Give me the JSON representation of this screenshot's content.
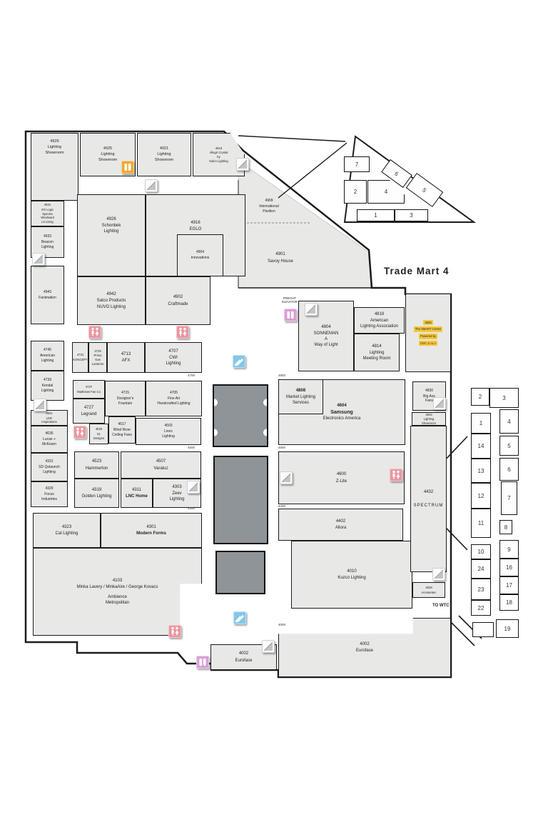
{
  "title": "Trade Mart 4",
  "to_wtc": "TO WTC",
  "freight_elevator": "FREIGHT\nELEVATOR",
  "corridors": {
    "a4800": "4800",
    "a4700": "4700",
    "a4600": "4600",
    "a4500": "4500",
    "a4400": "4400",
    "a4300": "4300",
    "a4000": "4000"
  },
  "rooms": {
    "r4929": {
      "num": "4929",
      "name": "Lighting\nShowroom"
    },
    "r4925": {
      "num": "4925",
      "name": "Lighting\nShowroom"
    },
    "r4921": {
      "num": "4921",
      "name": "Lighting\nShowroom"
    },
    "r4915": {
      "num": "4915",
      "name": "Allegri Crystal\nby\nKalco Lighting"
    },
    "r4931": {
      "num": "4931",
      "name": "XO Logic\nSpectra\nWindward\nLit Living"
    },
    "r4933": {
      "num": "4933",
      "name": "Beacon\nLighting"
    },
    "r4943": {
      "num": "4943",
      "name": "Fanimation"
    },
    "r4745": {
      "num": "4745",
      "name": "American\nLighting"
    },
    "r4739": {
      "num": "4739",
      "name": "Kendal\nLighting"
    },
    "r4631": {
      "num": "4631",
      "name": "LED\nInspirations"
    },
    "r4635": {
      "num": "4635",
      "name": "Lucas +\nMcKearn"
    },
    "r4331": {
      "num": "4331",
      "name": "SD Qstaunch\nLighting"
    },
    "r4329": {
      "num": "4329",
      "name": "Focus\nIndustries"
    },
    "r4926": {
      "num": "4926",
      "name": "Schonbek\nLighting"
    },
    "r4916": {
      "num": "4916",
      "name": "EGLO"
    },
    "r4904": {
      "num": "4904",
      "name": "Innovations"
    },
    "r4942": {
      "num": "4942",
      "name": "Satco Products\nNUVO Lighting"
    },
    "r4902": {
      "num": "4902",
      "name": "Craftmade"
    },
    "r4731": {
      "num": "4731",
      "name": "KONCEPT"
    },
    "r4729": {
      "num": "4729",
      "name": "Primo\nGas\nLanterns"
    },
    "r4713": {
      "num": "4713",
      "name": "AFX"
    },
    "r4707": {
      "num": "4707",
      "name": "CWI\nLighting"
    },
    "r4737": {
      "num": "4737",
      "name": "Matthews Fan Co"
    },
    "r4727": {
      "num": "4727",
      "name": "Legrand"
    },
    "r4715": {
      "num": "4715",
      "name": "Designer's\nFountain"
    },
    "r4705": {
      "num": "4705",
      "name": "Fine Art\nHandcrafted Lighting"
    },
    "r4517": {
      "num": "4517",
      "name": "Wind River\nCeiling Fans"
    },
    "r4525": {
      "num": "4525",
      "name": "61\nDesigns"
    },
    "r4503": {
      "num": "4503",
      "name": "Livex\nLighting"
    },
    "r4523": {
      "num": "4523",
      "name": "Hammerton"
    },
    "r4507": {
      "num": "4507",
      "name": "Varaluz"
    },
    "r4319": {
      "num": "4319",
      "name": "Golden Lighting"
    },
    "r4311": {
      "num": "4311",
      "name": "LNC Home"
    },
    "r4303": {
      "num": "4303",
      "name": "Zeev\nLighting"
    },
    "r4323": {
      "num": "4323",
      "name": "Cal Lighting"
    },
    "r4301": {
      "num": "4301",
      "name": "Modern Forms"
    },
    "r4103": {
      "num": "4103",
      "name": "Minka Lavery / MinkaAire / George Kovacs",
      "sub": "Ambience\nMetropolitan"
    },
    "r4002a": {
      "num": "4002",
      "name": "Eurofase"
    },
    "r4002b": {
      "num": "4002",
      "name": "Eurofase"
    },
    "r4909": {
      "num": "4909",
      "name": "International\nPavilion"
    },
    "r4901": {
      "num": "4901",
      "name": "Savoy House"
    },
    "r4804": {
      "num": "4804",
      "name": "SONNEMAN\nA\nWay of Light"
    },
    "r4818": {
      "num": "4818",
      "name": "American\nLighting Association"
    },
    "r4814": {
      "num": "4814",
      "name": "Lighting\nMeeting Room"
    },
    "r4826": {
      "num": "4826",
      "l1": "The SMART Center",
      "l2": "Powered by",
      "l3": "DMC & ALA"
    },
    "r4808": {
      "num": "4808",
      "name": "Market Lighting\nServices"
    },
    "r4604": {
      "num": "4604",
      "name": "Samsung",
      "sub": "Electronics America"
    },
    "r4600": {
      "num": "4600",
      "name": "Z-Lite"
    },
    "r4402": {
      "num": "4402",
      "name": "Allora"
    },
    "r4010": {
      "num": "4010",
      "name": "Kuzco Lighting"
    },
    "r4830": {
      "num": "4830",
      "name": "Big Ass\nFans"
    },
    "r4634": {
      "num": "4634",
      "name": "Lighting\nShowroom"
    },
    "r4432": {
      "num": "4432",
      "name": "SPECTRUM"
    },
    "r4028": {
      "num": "4028",
      "name": "Acrosentec"
    }
  },
  "pavilion_booths": [
    "7",
    "6",
    "2",
    "4",
    "5",
    "1",
    "3"
  ],
  "spectrum_booths": {
    "left": [
      "2",
      "1",
      "14",
      "13",
      "12",
      "11",
      "10",
      "24",
      "23",
      "22"
    ],
    "right": [
      "3",
      "4",
      "5",
      "6",
      "7",
      "8",
      "9",
      "16",
      "17",
      "18",
      "19"
    ]
  },
  "colors": {
    "room_fill": "#e8e8e7",
    "core_fill": "#8f9498",
    "wall": "#1c1c1c",
    "highlight_yellow": "#f2c83d",
    "icon_pink": "#ea96a0",
    "icon_purple": "#d9a0d6",
    "icon_blue": "#85c7e6",
    "icon_orange": "#f2a735"
  }
}
